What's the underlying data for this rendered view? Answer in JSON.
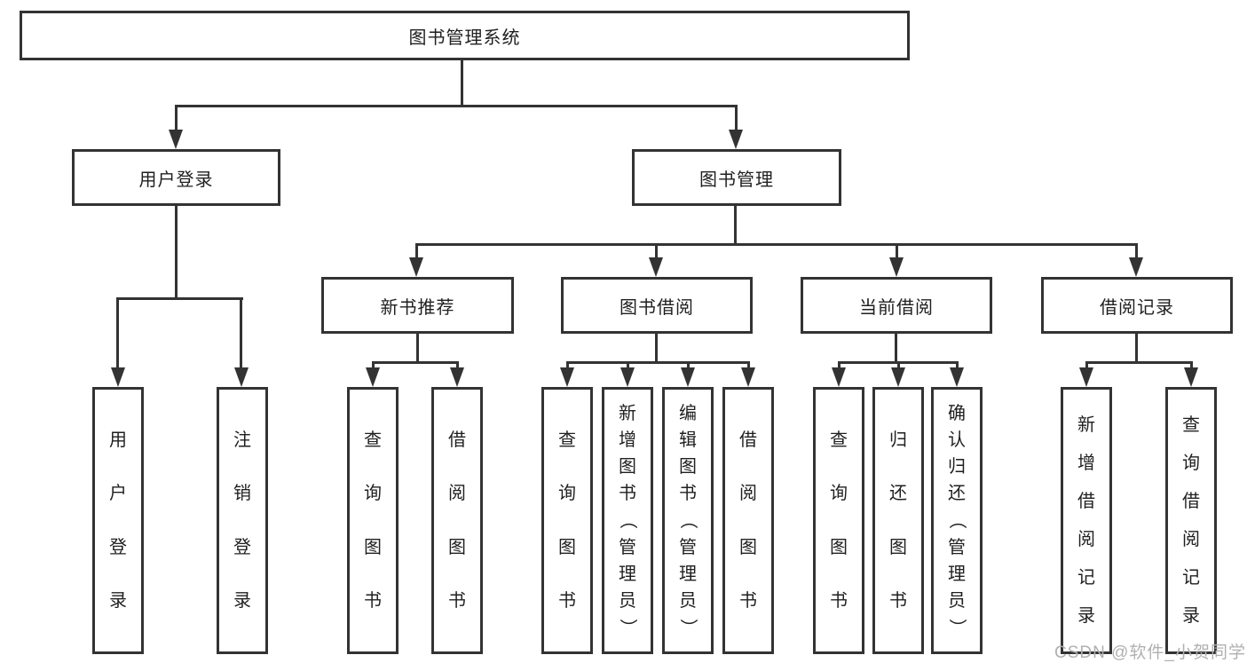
{
  "diagram": {
    "root": {
      "label": "图书管理系统"
    },
    "level2": {
      "user_login": {
        "label": "用户登录"
      },
      "book_mgmt": {
        "label": "图书管理"
      }
    },
    "level3": {
      "new_books": {
        "label": "新书推荐"
      },
      "book_borrow": {
        "label": "图书借阅"
      },
      "current_borrow": {
        "label": "当前借阅"
      },
      "borrow_records": {
        "label": "借阅记录"
      }
    },
    "leaves": {
      "user_login": {
        "label": "用户登录"
      },
      "logout": {
        "label": "注销登录"
      },
      "nb_query": {
        "label": "查询图书"
      },
      "nb_borrow": {
        "label": "借阅图书"
      },
      "bb_query": {
        "label": "查询图书"
      },
      "bb_add": {
        "label": "新增图书（管理员）"
      },
      "bb_edit": {
        "label": "编辑图书（管理员）"
      },
      "bb_borrow": {
        "label": "借阅图书"
      },
      "cb_query": {
        "label": "查询图书"
      },
      "cb_return": {
        "label": "归还图书"
      },
      "cb_confirm": {
        "label": "确认归还（管理员）"
      },
      "br_add": {
        "label": "新增借阅记录"
      },
      "br_query": {
        "label": "查询借阅记录"
      }
    },
    "watermark": "CSDN @软件_小贺同学",
    "colors": {
      "line": "#333333",
      "text": "#1f1f1f",
      "watermark": "#b0b0b0",
      "background": "#ffffff"
    }
  }
}
